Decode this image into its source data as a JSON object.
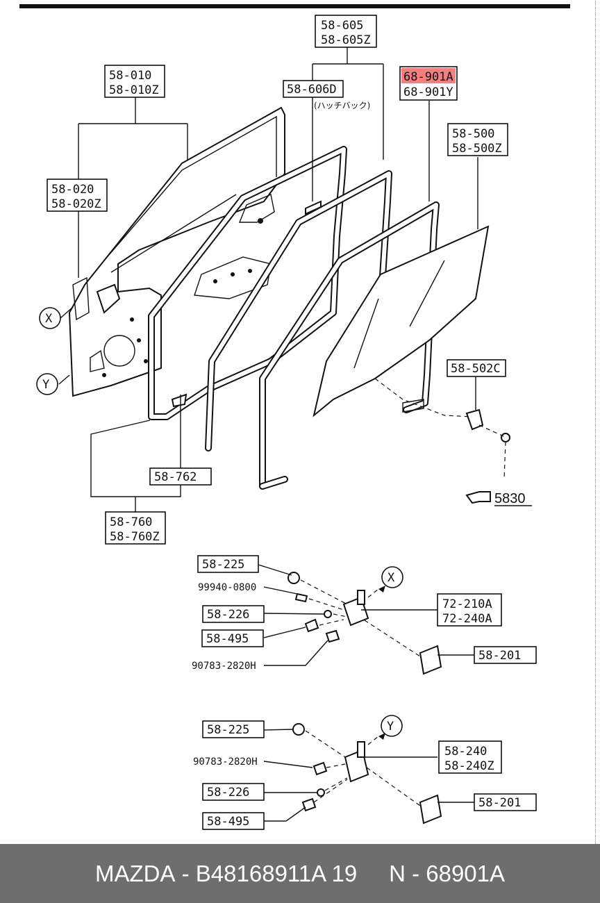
{
  "labels": {
    "l58_605": [
      "58-605",
      "58-605Z"
    ],
    "l58_010": [
      "58-010",
      "58-010Z"
    ],
    "l58_606D": "58-606D",
    "l58_606D_note": "(ハッチバック)",
    "l68_901": [
      "68-901A",
      "68-901Y"
    ],
    "l58_500": [
      "58-500",
      "58-500Z"
    ],
    "l58_020": [
      "58-020",
      "58-020Z"
    ],
    "l58_502C": "58-502C",
    "l58_762": "58-762",
    "l58_760": [
      "58-760",
      "58-760Z"
    ],
    "ref_5830": "5830",
    "circle_x": "X",
    "circle_y": "Y",
    "h1_58_225": "58-225",
    "h1_99940": "99940-0800",
    "h1_58_226": "58-226",
    "h1_58_495": "58-495",
    "h1_90783": "90783-2820H",
    "h1_72_210": [
      "72-210A",
      "72-240A"
    ],
    "h1_58_201": "58-201",
    "h2_58_225": "58-225",
    "h2_90783": "90783-2820H",
    "h2_58_226": "58-226",
    "h2_58_495": "58-495",
    "h2_58_240": [
      "58-240",
      "58-240Z"
    ],
    "h2_58_201": "58-201"
  },
  "highlight_color": "#f47f7f",
  "footer": {
    "brand": "MAZDA",
    "part_number": "B48168911A 19",
    "ref": "N - 68901A",
    "separator": "-"
  }
}
